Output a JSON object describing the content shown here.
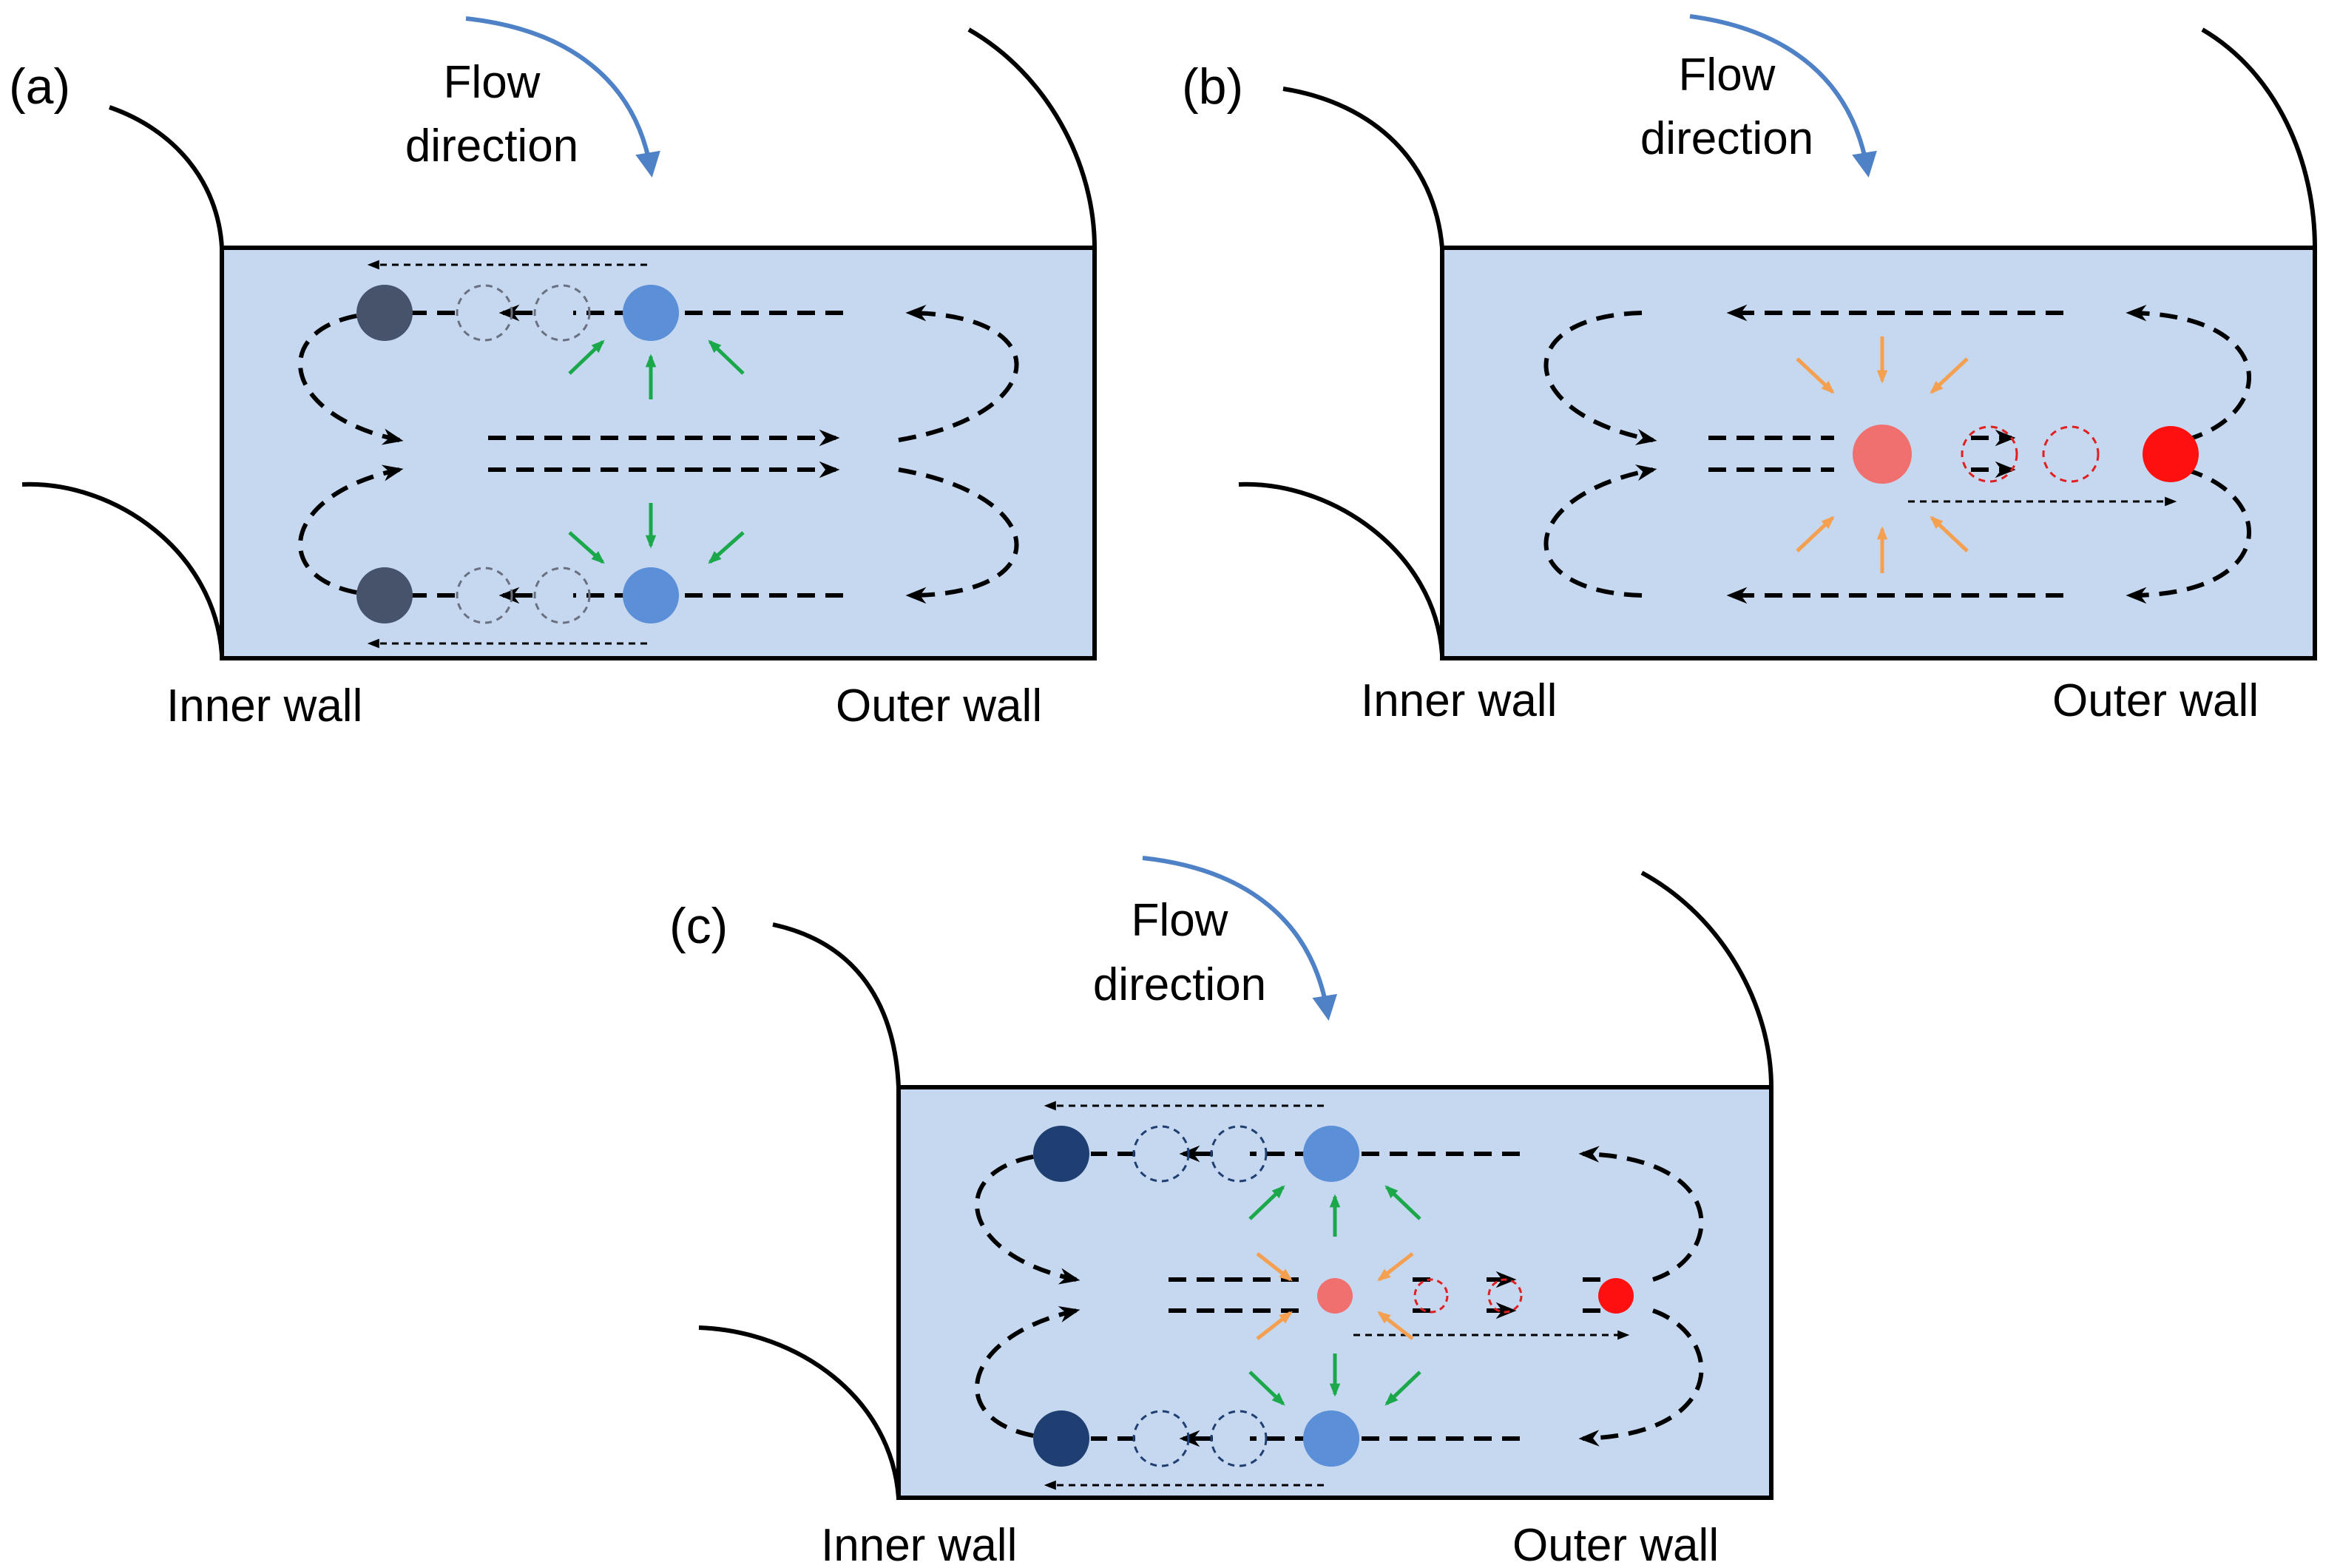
{
  "panels": [
    {
      "id": "a",
      "label": "(a)",
      "flow_label_line1": "Flow",
      "flow_label_line2": "direction",
      "inner_wall": "Inner wall",
      "outer_wall": "Outer wall"
    },
    {
      "id": "b",
      "label": "(b)",
      "flow_label_line1": "Flow",
      "flow_label_line2": "direction",
      "inner_wall": "Inner wall",
      "outer_wall": "Outer wall"
    },
    {
      "id": "c",
      "label": "(c)",
      "flow_label_line1": "Flow",
      "flow_label_line2": "direction",
      "inner_wall": "Inner wall",
      "outer_wall": "Outer wall"
    }
  ],
  "colors": {
    "channel_fill": "#c5d8ef",
    "flow_arrow": "#4f81c7",
    "small_particle_blue": "#5b8fd8",
    "small_particle_dark_a": "#46536a",
    "small_particle_dark_c": "#1f3f72",
    "large_particle_light_red": "#f07070",
    "large_particle_red": "#ff1010",
    "lift_arrow_green": "#1aa84b",
    "lift_arrow_orange": "#f5a050",
    "streamline": "#000000"
  }
}
